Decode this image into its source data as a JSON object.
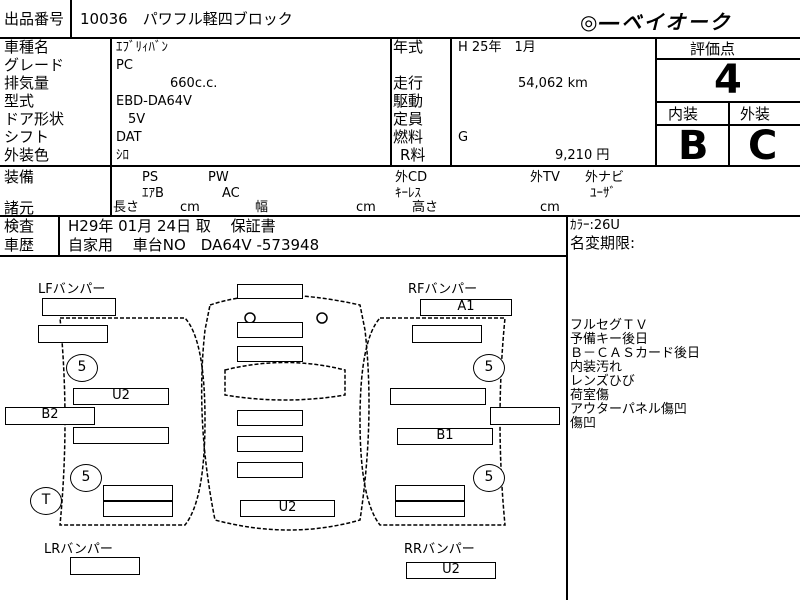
{
  "header": {
    "lot_label": "出品番号",
    "lot_value": "10036　パワフル軽四ブロック",
    "logo_text": "ベイオーク"
  },
  "fields": {
    "car_name_label": "車種名",
    "car_name": "ｴﾌﾞﾘｨﾊﾞﾝ",
    "grade_label": "グレード",
    "grade": "PC",
    "displacement_label": "排気量",
    "displacement": "660c.c.",
    "model_label": "型式",
    "model": "EBD-DA64V",
    "door_label": "ドア形状",
    "door": "5V",
    "shift_label": "シフト",
    "shift": "DAT",
    "color_label": "外装色",
    "color": "ｼﾛ",
    "year_label": "年式",
    "year": "H 25年　1月",
    "mileage_label": "走行",
    "mileage": "54,062 km",
    "drive_label": "駆動",
    "capacity_label": "定員",
    "fuel_label": "燃料",
    "fuel": "G",
    "recycle_label": "R料",
    "recycle": "9,210 円"
  },
  "score": {
    "label": "評価点",
    "value": "4",
    "interior_label": "内装",
    "exterior_label": "外装",
    "interior": "B",
    "exterior": "C"
  },
  "equipment": {
    "label": "装備",
    "items": [
      "PS",
      "PW",
      "外CD",
      "外TV",
      "外ナビ",
      "ｴｱB",
      "AC",
      "ｷｰﾚｽ",
      "ﾕｰｻﾞ"
    ]
  },
  "specs": {
    "label": "諸元",
    "length": "長さ",
    "width": "幅",
    "height": "高さ",
    "unit": "cm"
  },
  "inspection": {
    "label": "検査",
    "value": "H29年 01月 24日 取　 保証書"
  },
  "history": {
    "label": "車歴",
    "value": "自家用　 車台NO　DA64V -573948"
  },
  "notes": {
    "color_code": "ｶﾗｰ:26U",
    "name_change": "名変期限:",
    "lines": [
      "フルセグＴＶ",
      "予備キー後日",
      "Ｂ－ＣＡＳカード後日",
      "内装汚れ",
      "レンズひび",
      "荷室傷",
      "アウターパネル傷凹",
      "傷凹"
    ]
  },
  "diagram": {
    "lf": "LFバンパー",
    "rf": "RFバンパー",
    "lr": "LRバンパー",
    "rr": "RRバンパー",
    "marks": {
      "rf_bumper": "A1",
      "left_upper": "U2",
      "left_side": "B2",
      "right_side": "B1",
      "rear_center": "U2",
      "rr_bumper": "U2",
      "lf_tire": "5",
      "rf_tire": "5",
      "lr_tire": "5",
      "rr_tire": "5",
      "tow": "T"
    }
  }
}
